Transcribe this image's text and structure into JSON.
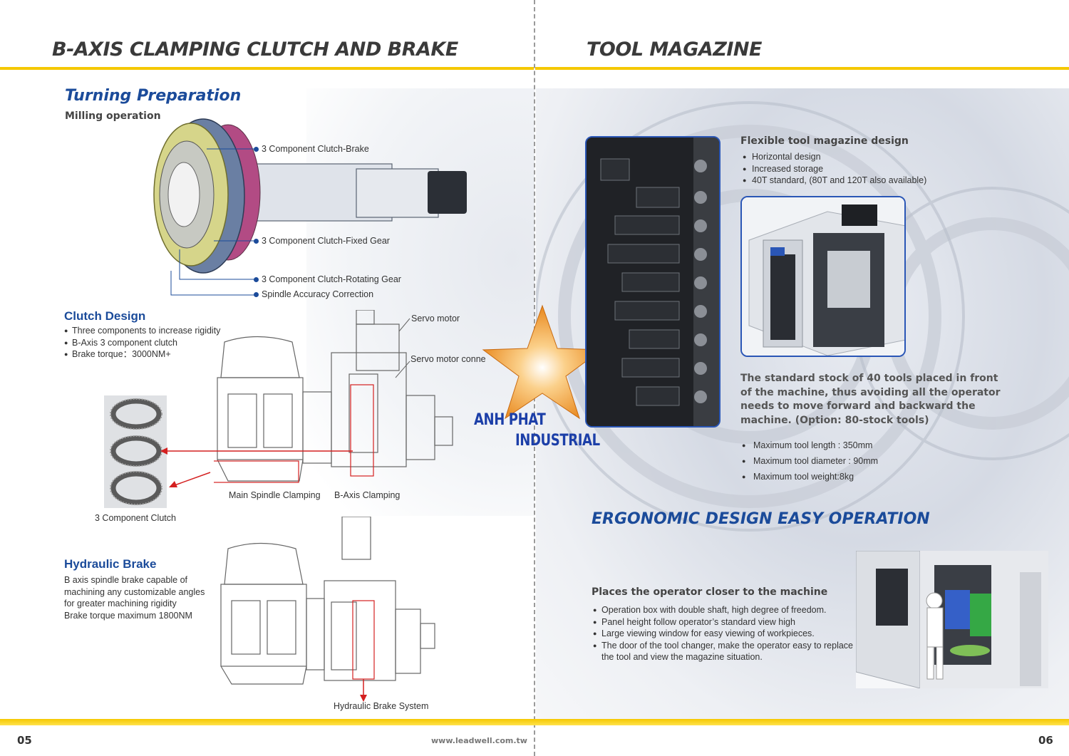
{
  "left": {
    "header": "B-AXIS CLAMPING CLUTCH AND BRAKE",
    "turning": {
      "title": "Turning Preparation",
      "subtitle": "Milling operation"
    },
    "callouts": [
      "3 Component Clutch-Brake",
      "3 Component Clutch-Fixed Gear",
      "3 Component Clutch-Rotating Gear",
      "Spindle Accuracy Correction"
    ],
    "clutch": {
      "title": "Clutch Design",
      "items": [
        "Three components to increase rigidity",
        "B-Axis 3 component clutch",
        "Brake torque：3000NM+"
      ],
      "labels": {
        "servo_motor": "Servo motor",
        "servo_motor_conn": "Servo motor conne",
        "main_spindle": "Main Spindle Clamping",
        "b_axis": "B-Axis Clamping",
        "component_clutch": "3  Component Clutch"
      }
    },
    "hydraulic": {
      "title": "Hydraulic Brake",
      "lines": [
        "B axis spindle brake capable of",
        "machining any customizable angles",
        "for greater machining rigidity",
        "Brake torque maximum 1800NM"
      ],
      "system_label": "Hydraulic Brake System"
    },
    "page_number": "05",
    "url": "www.leadwell.com.tw"
  },
  "watermark": {
    "line1": "ANH PHAT",
    "line2": "INDUSTRIAL"
  },
  "right": {
    "header": "TOOL MAGAZINE",
    "flexible": {
      "title": "Flexible tool magazine design",
      "items": [
        "Horizontal design",
        "Increased storage",
        "40T standard, (80T and 120T also available)"
      ]
    },
    "standard_text": "The standard stock of 40 tools placed in front of the machine, thus avoiding all the operator needs to move forward and backward the machine. (Option: 80-stock tools)",
    "specs": [
      "Maximum tool length : 350mm",
      "Maximum tool diameter : 90mm",
      "Maximum tool weight:8kg"
    ],
    "ergonomic": {
      "title": "ERGONOMIC DESIGN EASY OPERATION",
      "subtitle": "Places the operator closer to the machine",
      "items": [
        "Operation box with double shaft, high degree of freedom.",
        "Panel height follow operator’s standard view high",
        "Large viewing window for easy viewing of workpieces.",
        "The door of the  tool changer, make the operator easy to replace the tool and view the magazine situation."
      ]
    },
    "page_number": "06"
  }
}
